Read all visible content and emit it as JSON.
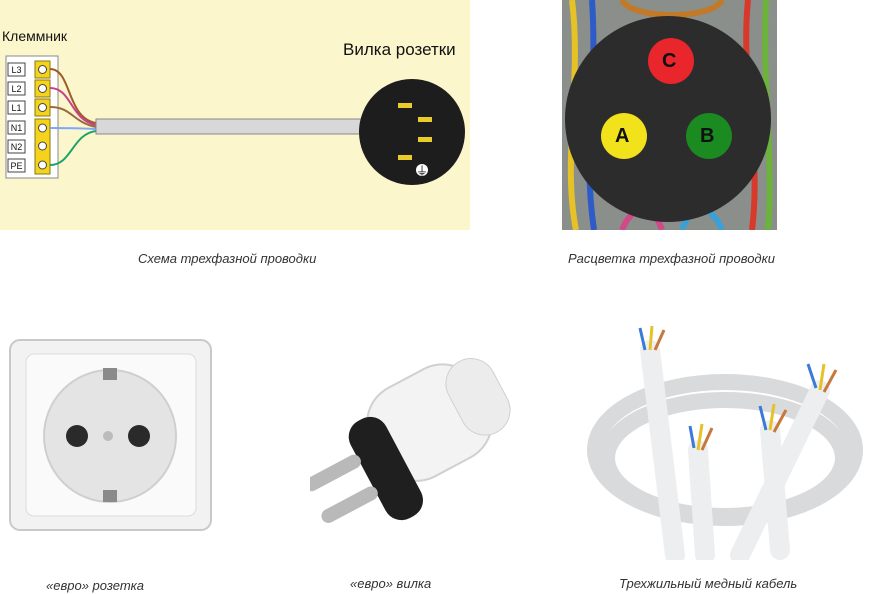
{
  "diagram": {
    "terminal_title": "Клеммник",
    "socket_title": "Вилка розетки",
    "terminals": [
      "L3",
      "L2",
      "L1",
      "N1",
      "N2",
      "PE"
    ],
    "ground_symbol": "⏚"
  },
  "phase_colors": {
    "c_label": "C",
    "a_label": "A",
    "b_label": "B",
    "c_color": "#e8262b",
    "a_color": "#f2e21b",
    "b_color": "#1a8a21"
  },
  "captions": {
    "wiring_scheme": "Схема трехфазной проводки",
    "color_coding": "Расцветка трехфазной проводки",
    "euro_socket": "«евро» розетка",
    "euro_plug": "«евро» вилка",
    "copper_cable": "Трехжильный медный кабель"
  }
}
